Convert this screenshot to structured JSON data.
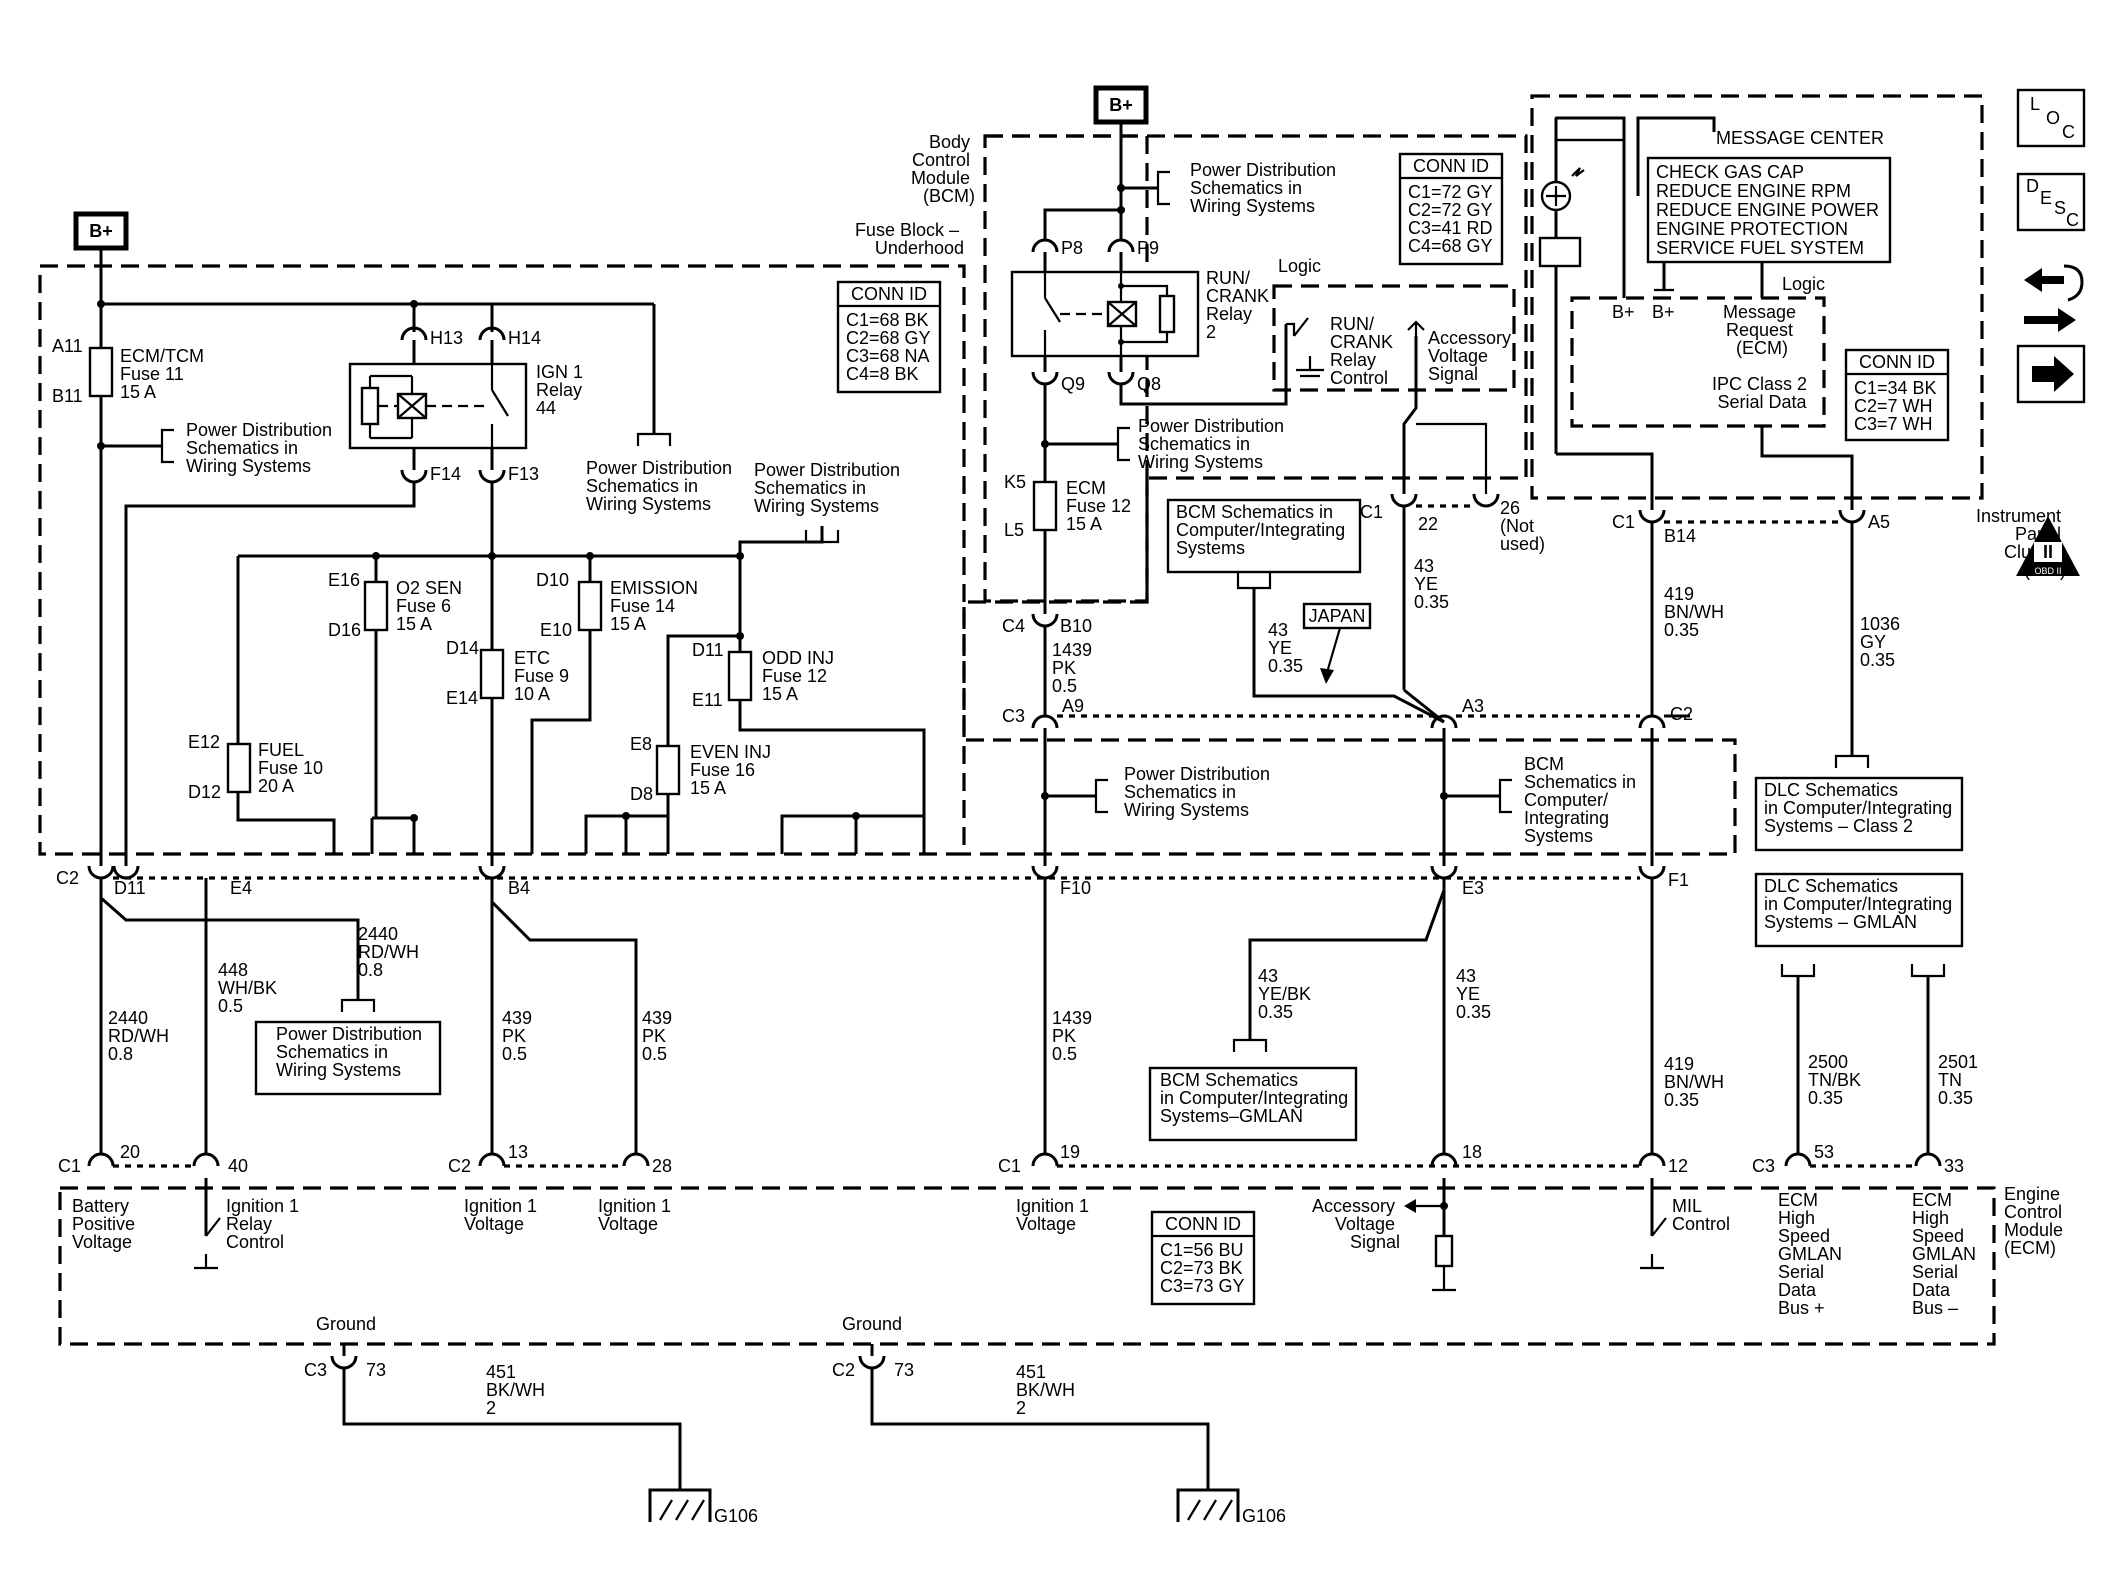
{
  "supply": {
    "bplus": "B+"
  },
  "modules": {
    "bcm": [
      "Body",
      "Control",
      "Module",
      "(BCM)"
    ],
    "fuse_block": [
      "Fuse Block –",
      "Underhood"
    ],
    "ipc": [
      "Instrument",
      "Panel",
      "Cluster",
      "(IPC)"
    ],
    "ecm": [
      "Engine",
      "Control",
      "Module",
      "(ECM)"
    ]
  },
  "conn_ids": {
    "fuse_block": {
      "title": "CONN ID",
      "lines": [
        "C1=68 BK",
        "C2=68 GY",
        "C3=68 NA",
        "C4=8 BK"
      ]
    },
    "bcm": {
      "title": "CONN ID",
      "lines": [
        "C1=72 GY",
        "C2=72 GY",
        "C3=41 RD",
        "C4=68 GY"
      ]
    },
    "ipc": {
      "title": "CONN ID",
      "lines": [
        "C1=34 BK",
        "C2=7 WH",
        "C3=7 WH"
      ]
    },
    "ecm": {
      "title": "CONN ID",
      "lines": [
        "C1=56 BU",
        "C2=73 BK",
        "C3=73 GY"
      ]
    }
  },
  "fuses": {
    "ecm_tcm": {
      "name": "ECM/TCM",
      "fuse": "Fuse 11",
      "rating": "15 A",
      "pin_in": "A11",
      "pin_out": "B11"
    },
    "o2_sen": {
      "name": "O2 SEN",
      "fuse": "Fuse 6",
      "rating": "15 A",
      "pin_in": "E16",
      "pin_out": "D16"
    },
    "emission": {
      "name": "EMISSION",
      "fuse": "Fuse 14",
      "rating": "15 A",
      "pin_in": "D10",
      "pin_out": "E10"
    },
    "etc": {
      "name": "ETC",
      "fuse": "Fuse 9",
      "rating": "10 A",
      "pin_in": "D14",
      "pin_out": "E14"
    },
    "odd_inj": {
      "name": "ODD INJ",
      "fuse": "Fuse 12",
      "rating": "15 A",
      "pin_in": "D11",
      "pin_out": "E11"
    },
    "fuel": {
      "name": "FUEL",
      "fuse": "Fuse 10",
      "rating": "20 A",
      "pin_in": "E12",
      "pin_out": "D12"
    },
    "even_inj": {
      "name": "EVEN INJ",
      "fuse": "Fuse 16",
      "rating": "15 A",
      "pin_in": "E8",
      "pin_out": "D8"
    },
    "ecm_bcm": {
      "name": "ECM",
      "fuse": "Fuse 12",
      "rating": "15 A",
      "pin_in": "K5",
      "pin_out": "L5"
    }
  },
  "relays": {
    "ign1": {
      "lines": [
        "IGN 1",
        "Relay",
        "44"
      ],
      "pins": [
        "H13",
        "H14",
        "F14",
        "F13"
      ]
    },
    "run_crank": {
      "lines": [
        "RUN/",
        "CRANK",
        "Relay",
        "2"
      ],
      "pins": [
        "P8",
        "P9",
        "Q9",
        "Q8"
      ]
    }
  },
  "refs": {
    "pds": [
      "Power Distribution",
      "Schematics in",
      "Wiring Systems"
    ],
    "bcm_ci": [
      "BCM Schematics in",
      "Computer/Integrating",
      "Systems"
    ],
    "bcm_ci_short": [
      "BCM",
      "Schematics in",
      "Computer/",
      "Integrating",
      "Systems"
    ],
    "bcm_gmlan": [
      "BCM Schematics",
      "in Computer/Integrating",
      "Systems–GMLAN"
    ],
    "dlc_class2": [
      "DLC Schematics",
      "in Computer/Integrating",
      "Systems – Class 2"
    ],
    "dlc_gmlan": [
      "DLC Schematics",
      "in Computer/Integrating",
      "Systems – GMLAN"
    ],
    "japan": "JAPAN"
  },
  "logic": {
    "label": "Logic",
    "run_crank_control": [
      "RUN/",
      "CRANK",
      "Relay",
      "Control"
    ],
    "accessory_voltage": [
      "Accessory",
      "Voltage",
      "Signal"
    ],
    "msg_center": "MESSAGE CENTER",
    "msg_lines": [
      "CHECK GAS CAP",
      "REDUCE ENGINE RPM",
      "REDUCE ENGINE POWER",
      "ENGINE PROTECTION",
      "SERVICE FUEL SYSTEM"
    ],
    "msg_request": [
      "Message",
      "Request",
      "(ECM)"
    ],
    "ipc_serial": [
      "IPC Class 2",
      "Serial Data"
    ],
    "ipc_bplus": "B+"
  },
  "wires": {
    "w2440_a": [
      "2440",
      "RD/WH",
      "0.8"
    ],
    "w2440_b": [
      "2440",
      "RD/WH",
      "0.8"
    ],
    "w448": [
      "448",
      "WH/BK",
      "0.5"
    ],
    "w439_a": [
      "439",
      "PK",
      "0.5"
    ],
    "w439_b": [
      "439",
      "PK",
      "0.5"
    ],
    "w1439_a": [
      "1439",
      "PK",
      "0.5"
    ],
    "w1439_b": [
      "1439",
      "PK",
      "0.5"
    ],
    "w43_a": [
      "43",
      "YE",
      "0.35"
    ],
    "w43_b": [
      "43",
      "YE",
      "0.35"
    ],
    "w43_c": [
      "43",
      "YE",
      "0.35"
    ],
    "w43_ye_bk": [
      "43",
      "YE/BK",
      "0.35"
    ],
    "w419_a": [
      "419",
      "BN/WH",
      "0.35"
    ],
    "w419_b": [
      "419",
      "BN/WH",
      "0.35"
    ],
    "w1036": [
      "1036",
      "GY",
      "0.35"
    ],
    "w2500": [
      "2500",
      "TN/BK",
      "0.35"
    ],
    "w2501": [
      "2501",
      "TN",
      "0.35"
    ],
    "w451_a": [
      "451",
      "BK/WH",
      "2"
    ],
    "w451_b": [
      "451",
      "BK/WH",
      "2"
    ]
  },
  "connectors": {
    "fb_c2": "C2",
    "d11": "D11",
    "e4": "E4",
    "b4": "B4",
    "f10": "F10",
    "e3": "E3",
    "f1": "F1",
    "c4": "C4",
    "b10": "B10",
    "c3": "C3",
    "a9": "A9",
    "a3": "A3",
    "c2b": "C2",
    "c1a": "C1",
    "p22": "22",
    "p26": "26",
    "not_used": [
      "(Not",
      "used)"
    ],
    "g_c1": "C1",
    "b14": "B14",
    "a5": "A5",
    "ecm_c1a": "C1",
    "e20": "20",
    "e40": "40",
    "ecm_c2": "C2",
    "e13": "13",
    "e28": "28",
    "ecm_c1b": "C1",
    "e19": "19",
    "e18": "18",
    "e12": "12",
    "ecm_c3": "C3",
    "e53": "53",
    "e33": "33",
    "gnd_c3": "C3",
    "gnd_73a": "73",
    "gnd_c2": "C2",
    "gnd_73b": "73"
  },
  "ecm_pins": {
    "batt": [
      "Battery",
      "Positive",
      "Voltage"
    ],
    "ign_relay": [
      "Ignition 1",
      "Relay",
      "Control"
    ],
    "ign_volt_a": [
      "Ignition 1",
      "Voltage"
    ],
    "ign_volt_b": [
      "Ignition 1",
      "Voltage"
    ],
    "ign_volt_c": [
      "Ignition 1",
      "Voltage"
    ],
    "acc_volt": [
      "Accessory",
      "Voltage",
      "Signal"
    ],
    "mil": [
      "MIL",
      "Control"
    ],
    "gmlan_hi": [
      "ECM",
      "High",
      "Speed",
      "GMLAN",
      "Serial",
      "Data",
      "Bus +"
    ],
    "gmlan_lo": [
      "ECM",
      "High",
      "Speed",
      "GMLAN",
      "Serial",
      "Data",
      "Bus –"
    ]
  },
  "grounds": {
    "label_a": "Ground",
    "label_b": "Ground",
    "g_a": "G106",
    "g_b": "G106"
  },
  "nav": {
    "loc": [
      "L",
      "O",
      "C"
    ],
    "desc": [
      "D",
      "E",
      "S",
      "C"
    ],
    "obd": [
      "II",
      "OBD II"
    ]
  }
}
